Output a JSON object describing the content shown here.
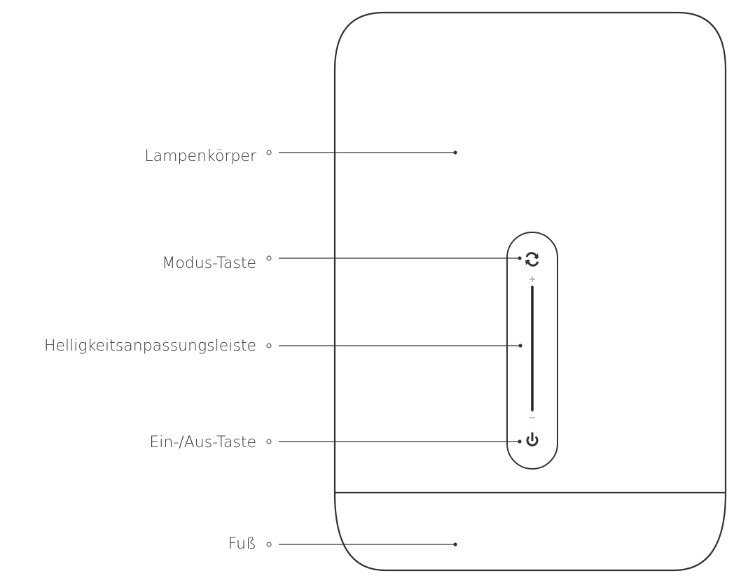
{
  "labels": {
    "lamp_body": "Lampenkörper",
    "mode_button": "Modus-Taste",
    "brightness_bar": "Helligkeitsanpassungsleiste",
    "power_button": "Ein-/Aus-Taste",
    "base": "Fuß"
  },
  "slider_marks": {
    "plus": "+",
    "minus": "−"
  },
  "colors": {
    "stroke": "#333333",
    "text": "#333333",
    "background": "#ffffff"
  },
  "icons": {
    "mode": "refresh-icon",
    "power": "power-icon"
  }
}
